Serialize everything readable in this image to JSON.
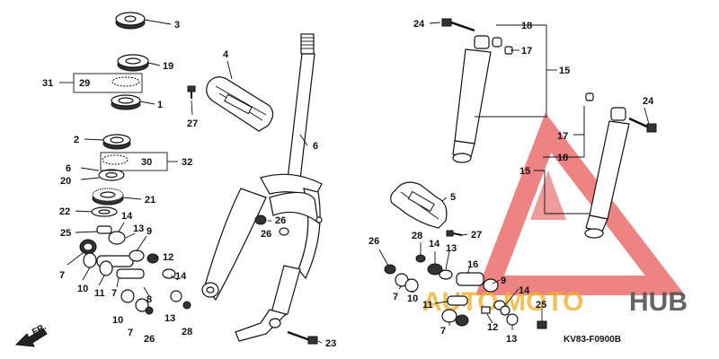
{
  "diagram_code": "KV83-F0900B",
  "fr_label": "FR.",
  "watermark": {
    "part1": "AUTO",
    "part2": "MOTO",
    "part3": "HUB",
    "color_red": "#e03030",
    "color_gold": "#f0b030",
    "color_gray": "#555555"
  },
  "callouts": {
    "c1": "1",
    "c2": "2",
    "c3": "3",
    "c4": "4",
    "c5": "5",
    "c6": "6",
    "c6b": "6",
    "c7a": "7",
    "c7b": "7",
    "c7c": "7",
    "c7d": "7",
    "c8": "8",
    "c9a": "9",
    "c9b": "9",
    "c10a": "10",
    "c10b": "10",
    "c10c": "10",
    "c11a": "11",
    "c11b": "11",
    "c12a": "12",
    "c12b": "12",
    "c13a": "13",
    "c13b": "13",
    "c13c": "13",
    "c13d": "13",
    "c14a": "14",
    "c14b": "14",
    "c14c": "14",
    "c14d": "14",
    "c15a": "15",
    "c15b": "15",
    "c16": "16",
    "c17a": "17",
    "c17b": "17",
    "c18a": "18",
    "c18b": "18",
    "c19": "19",
    "c20": "20",
    "c21": "21",
    "c22": "22",
    "c23": "23",
    "c24a": "24",
    "c24b": "24",
    "c25a": "25",
    "c25b": "25",
    "c26a": "26",
    "c26b": "26",
    "c26c": "26",
    "c26d": "26",
    "c27a": "27",
    "c27b": "27",
    "c28a": "28",
    "c28b": "28",
    "c29": "29",
    "c30": "30",
    "c31": "31",
    "c32": "32"
  }
}
